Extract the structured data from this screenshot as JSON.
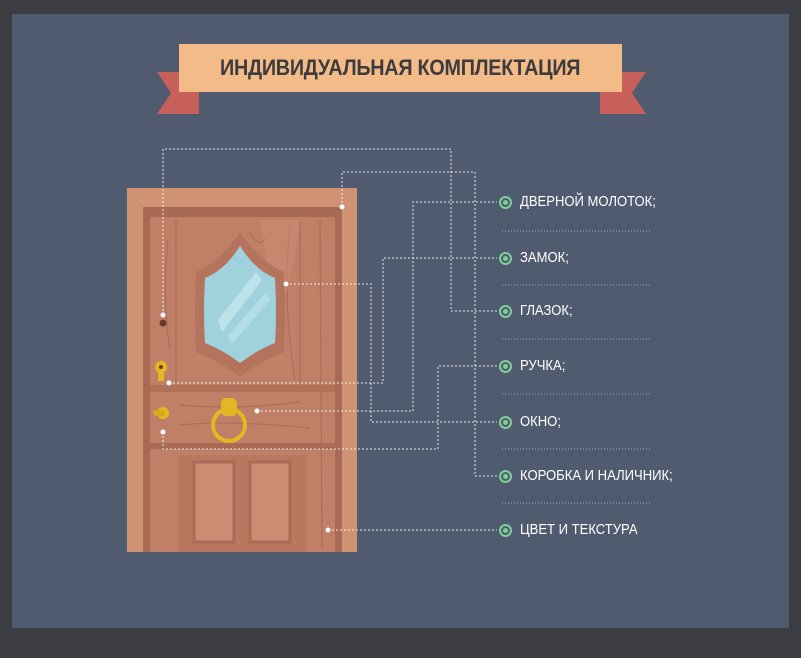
{
  "title": "ИНДИВИДУАЛЬНАЯ КОМПЛЕКТАЦИЯ",
  "features": [
    {
      "label": "ДВЕРНОЙ МОЛОТОК;"
    },
    {
      "label": "ЗАМОК;"
    },
    {
      "label": "ГЛАЗОК;"
    },
    {
      "label": "РУЧКА;"
    },
    {
      "label": "ОКНО;"
    },
    {
      "label": "КОРОБКА И НАЛИЧНИК;"
    },
    {
      "label": "ЦВЕТ И ТЕКСТУРА"
    }
  ],
  "colors": {
    "background": "#505b70",
    "banner": "#f3bb87",
    "ribbon": "#c7605a",
    "door_frame": "#cf9374",
    "door_leaf": "#c07f67",
    "glass": "#9fd2dd",
    "brass": "#e2b822",
    "bullet": "#7fcf98",
    "connector": "#ffffff"
  },
  "icons": [
    "door-illustration",
    "bullet-icon",
    "door-knocker-icon",
    "keyhole-icon",
    "peephole-icon",
    "handle-icon"
  ]
}
